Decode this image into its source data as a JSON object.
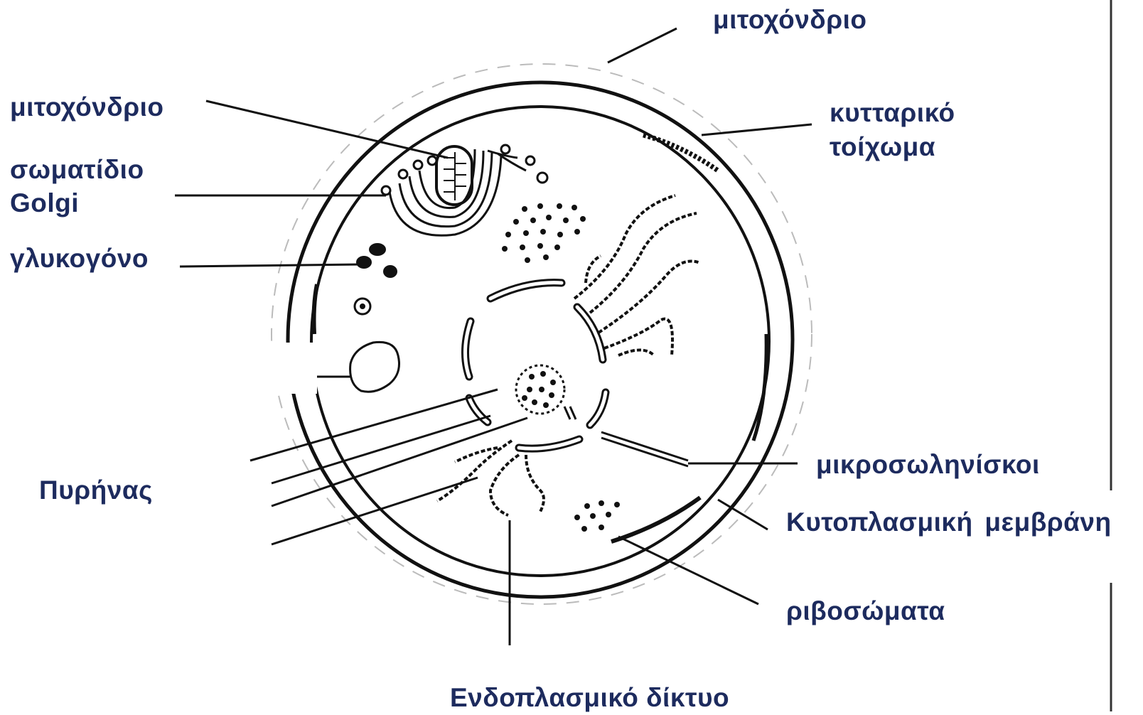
{
  "colors": {
    "label_text": "#1d2b5e",
    "drawing_ink": "#111111",
    "leader_line": "#111111"
  },
  "labels": {
    "mitochondrion_top": "μιτοχόνδριο",
    "mitochondrion_left": "μιτοχόνδριο",
    "golgi_line1": "σωματίδιο",
    "golgi_line2": "Golgi",
    "glycogen": "γλυκογόνο",
    "cell_wall_line1": "κυτταρικό",
    "cell_wall_line2": "τοίχωμα",
    "nucleus": "Πυρήνας",
    "microtubules": "μικροσωληνίσκοι",
    "plasma_membrane": "Κυτοπλασμική μεμβράνη",
    "ribosomes": "ριβοσώματα",
    "endoplasmic_reticulum": "Ενδοπλασμικό δίκτυο"
  }
}
